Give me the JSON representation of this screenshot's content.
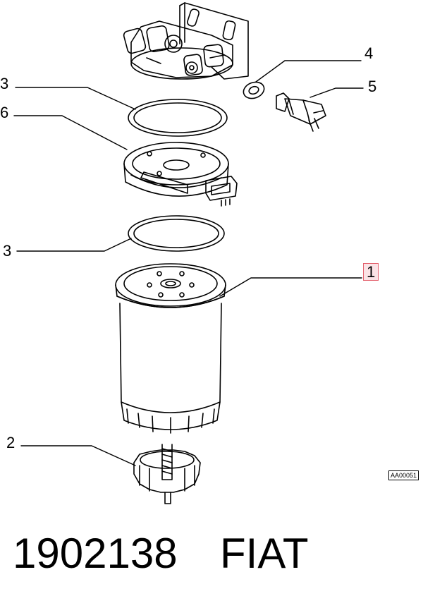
{
  "callouts": {
    "c4": "4",
    "c5": "5",
    "c3_top": "3",
    "c6": "6",
    "c3_bottom": "3",
    "c1": "1",
    "c2": "2"
  },
  "ref_code": "AA00051",
  "footer": {
    "part_number": "1902138",
    "brand": "FIAT"
  },
  "colors": {
    "line": "#000000",
    "highlight_border": "#e35d6a",
    "highlight_fill": "#fbe3e6"
  }
}
